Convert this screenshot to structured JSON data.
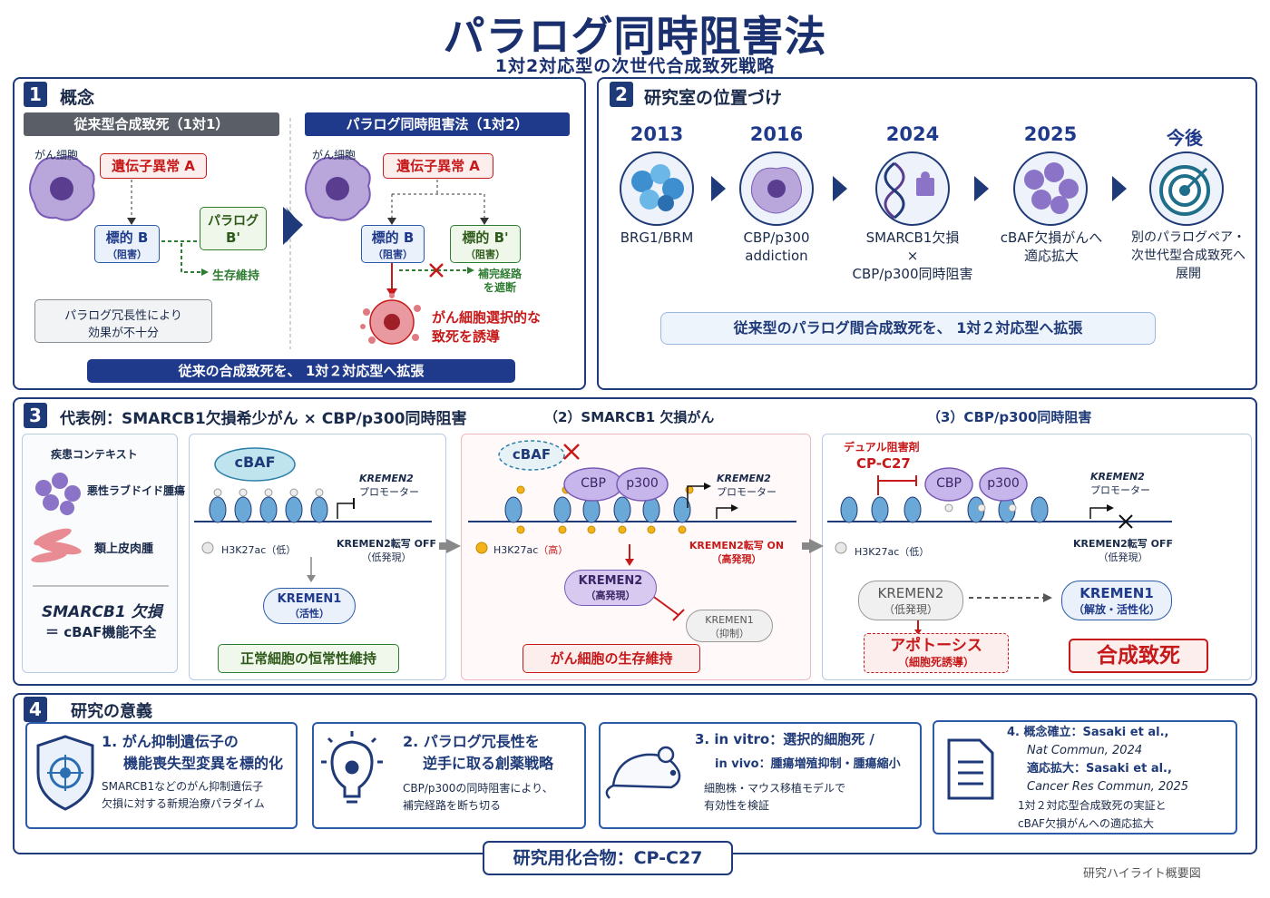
{
  "title": "パラログ同時阻害法",
  "subtitle": "1対2対応型の次世代合成致死戦略",
  "p1": {
    "num": "1",
    "head": "概念",
    "left": {
      "bar": "従来型合成致死（1対1）",
      "cell": "がん細胞",
      "geneA": "遺伝子異常 A",
      "target": "標的 B",
      "target_sub": "（阻害）",
      "paralog_l1": "パラログ",
      "paralog_l2": "B'",
      "survive": "生存維持",
      "note_l1": "パラログ冗長性により",
      "note_l2": "効果が不十分"
    },
    "right": {
      "bar": "パラログ同時阻害法（1対2）",
      "cell": "がん細胞",
      "geneA": "遺伝子異常 A",
      "targetB": "標的 B",
      "targetB_sub": "（阻害）",
      "targetB2": "標的 B'",
      "targetB2_sub": "（阻害）",
      "block_l1": "補完経路",
      "block_l2": "を遮断",
      "death_l1": "がん細胞選択的な",
      "death_l2": "致死を誘導"
    },
    "footer": "従来の合成致死を、 1対２対応型へ拡張"
  },
  "p2": {
    "num": "2",
    "head": "研究室の位置づけ",
    "timeline": [
      {
        "year": "2013",
        "l1": "BRG1/BRM",
        "l2": "",
        "l3": "",
        "icon": "protein-icon"
      },
      {
        "year": "2016",
        "l1": "CBP/p300",
        "l2": "addiction",
        "l3": "",
        "icon": "cell-icon"
      },
      {
        "year": "2024",
        "l1": "SMARCB1欠損",
        "l2": "×",
        "l3": "CBP/p300同時阻害",
        "icon": "dna-puzzle-icon"
      },
      {
        "year": "2025",
        "l1": "cBAF欠損がんへ",
        "l2": "適応拡大",
        "l3": "",
        "icon": "cell-cluster-icon"
      },
      {
        "year": "今後",
        "l1": "別のパラログペア・",
        "l2": "次世代型合成致死へ",
        "l3": "展開",
        "icon": "target-icon"
      }
    ],
    "footer": "従来型のパラログ間合成致死を、 1対２対応型へ拡張"
  },
  "p3": {
    "num": "3",
    "head": "代表例：SMARCB1欠損希少がん × CBP/p300同時阻害",
    "ctx": {
      "title": "疾患コンテキスト",
      "d1": "悪性ラブドイド腫瘍",
      "d2": "類上皮肉腫",
      "gene": "SMARCB1 欠損",
      "eq": "＝ cBAF機能不全"
    },
    "s1": {
      "cbaf": "cBAF",
      "gene": "KREMEN2",
      "promoter": "プロモーター",
      "mark": "H3K27ac（低）",
      "tx": "KREMEN2転写 OFF",
      "tx_sub": "（低発現）",
      "k1": "KREMEN1",
      "k1_sub": "（活性）",
      "result": "正常細胞の恒常性維持"
    },
    "s2": {
      "head": "（2）SMARCB1 欠損がん",
      "cbaf": "cBAF",
      "cbp": "CBP",
      "p300": "p300",
      "gene": "KREMEN2",
      "promoter": "プロモーター",
      "mark": "H3K27ac",
      "mark_hi": "（高）",
      "tx": "KREMEN2転写 ON",
      "tx_sub": "（高発現）",
      "k2": "KREMEN2",
      "k2_sub": "（高発現）",
      "k1": "KREMEN1",
      "k1_sub": "（抑制）",
      "result": "がん細胞の生存維持"
    },
    "s3": {
      "head": "（3）CBP/p300同時阻害",
      "drug_l1": "デュアル阻害剤",
      "drug_l2": "CP-C27",
      "cbp": "CBP",
      "p300": "p300",
      "gene": "KREMEN2",
      "promoter": "プロモーター",
      "mark": "H3K27ac（低）",
      "tx": "KREMEN2転写 OFF",
      "tx_sub": "（低発現）",
      "k2": "KREMEN2",
      "k2_sub": "（低発現）",
      "k1": "KREMEN1",
      "k1_sub": "（解放・活性化）",
      "apop": "アポトーシス",
      "apop_sub": "（細胞死誘導）",
      "result": "合成致死"
    }
  },
  "p4": {
    "num": "4",
    "head": "研究の意義",
    "cards": [
      {
        "icon": "shield-target-icon",
        "h1": "1. がん抑制遺伝子の",
        "h2": "機能喪失型変異を標的化",
        "b1": "SMARCB1などのがん抑制遺伝子",
        "b2": "欠損に対する新規治療パラダイム"
      },
      {
        "icon": "lightbulb-icon",
        "h1": "2. パラログ冗長性を",
        "h2": "逆手に取る創薬戦略",
        "b1": "CBP/p300の同時阻害により、",
        "b2": "補完経路を断ち切る"
      },
      {
        "icon": "mouse-icon",
        "h1": "3. in vitro：選択的細胞死 /",
        "h2": "in vivo：腫瘍増殖抑制・腫瘍縮小",
        "b1": "細胞株・マウス移植モデルで",
        "b2": "有効性を検証"
      },
      {
        "icon": "document-icon",
        "h1": "4. 概念確立：Sasaki et al.,",
        "h2": "Nat Commun, 2024",
        "h3": "適応拡大：Sasaki et al.,",
        "h4": "Cancer Res Commun, 2025",
        "b1": "1対２対応型合成致死の実証と",
        "b2": "cBAF欠損がんへの適応拡大"
      }
    ]
  },
  "compound": "研究用化合物：CP-C27",
  "footnote": "研究ハイライト概要図",
  "colors": {
    "navy": "#1f3a78",
    "red": "#c61a1a",
    "green": "#2e7d32",
    "purple": "#7a5bb5"
  }
}
